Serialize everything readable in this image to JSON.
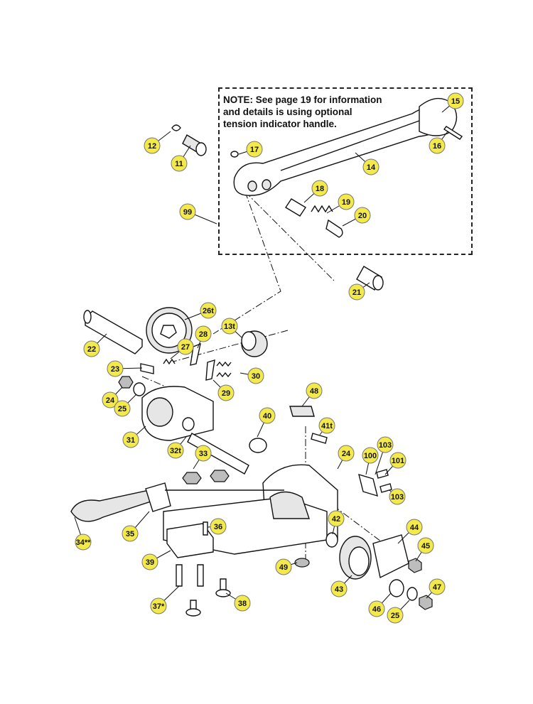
{
  "note": {
    "lines": [
      "NOTE: See page 19 for information",
      "and details is using optional",
      "tension indicator handle."
    ]
  },
  "callouts": [
    {
      "label": "15"
    },
    {
      "label": "12"
    },
    {
      "label": "17"
    },
    {
      "label": "16"
    },
    {
      "label": "11"
    },
    {
      "label": "14"
    },
    {
      "label": "18"
    },
    {
      "label": "19"
    },
    {
      "label": "99"
    },
    {
      "label": "20"
    },
    {
      "label": "21"
    },
    {
      "label": "26t"
    },
    {
      "label": "13t"
    },
    {
      "label": "28"
    },
    {
      "label": "22"
    },
    {
      "label": "27"
    },
    {
      "label": "23"
    },
    {
      "label": "30"
    },
    {
      "label": "24"
    },
    {
      "label": "29"
    },
    {
      "label": "25"
    },
    {
      "label": "48"
    },
    {
      "label": "40"
    },
    {
      "label": "41t"
    },
    {
      "label": "31"
    },
    {
      "label": "32t"
    },
    {
      "label": "103"
    },
    {
      "label": "33"
    },
    {
      "label": "24"
    },
    {
      "label": "100"
    },
    {
      "label": "101"
    },
    {
      "label": "103"
    },
    {
      "label": "42"
    },
    {
      "label": "44"
    },
    {
      "label": "36"
    },
    {
      "label": "34**"
    },
    {
      "label": "35"
    },
    {
      "label": "45"
    },
    {
      "label": "39"
    },
    {
      "label": "49"
    },
    {
      "label": "43"
    },
    {
      "label": "47"
    },
    {
      "label": "37*"
    },
    {
      "label": "38"
    },
    {
      "label": "46"
    },
    {
      "label": "25"
    }
  ],
  "colors": {
    "callout_fill": "#f3e94a",
    "line": "#111111"
  }
}
